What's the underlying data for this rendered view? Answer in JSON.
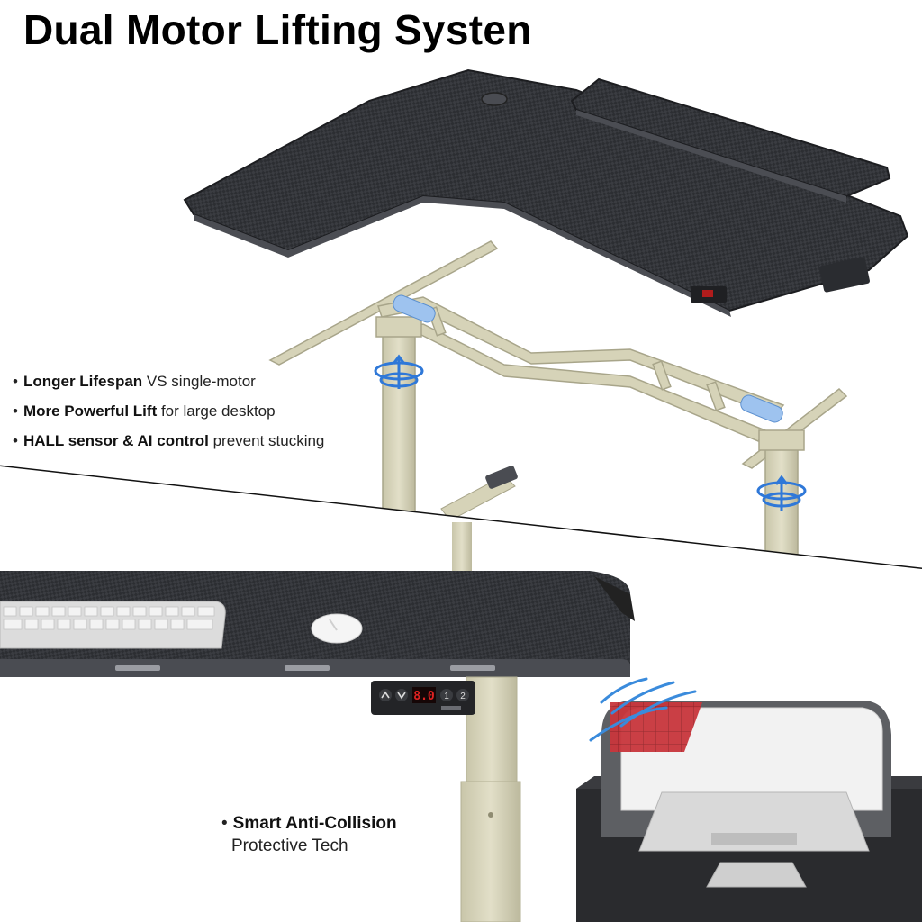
{
  "title": "Dual Motor Lifting Systen",
  "features": [
    {
      "bold": "Longer Lifespan",
      "rest": " VS single-motor"
    },
    {
      "bold": "More Powerful Lift",
      "rest": " for large desktop"
    },
    {
      "bold": "HALL sensor & AI control",
      "rest": " prevent stucking"
    }
  ],
  "collision": {
    "bold": "Smart Anti-Collision",
    "rest": "Protective Tech"
  },
  "panel": {
    "display": "8.0",
    "preset1": "1",
    "preset2": "2"
  },
  "colors": {
    "frame": "#d6d3b8",
    "desk": "#2b2d31",
    "accent_blue": "#2f78d8",
    "hazard_red": "#c4373d"
  }
}
